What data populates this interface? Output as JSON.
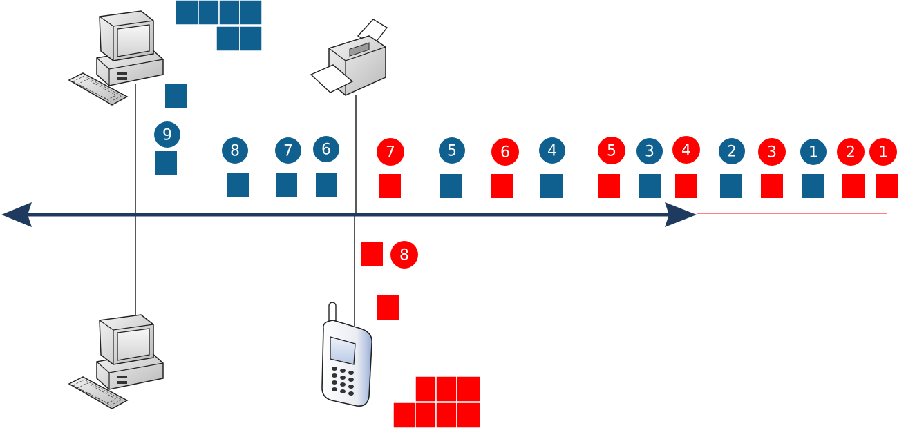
{
  "colors": {
    "blue": "#0f5f8f",
    "red": "#ff0000",
    "bus": "#1f3a5f",
    "line": "#000000",
    "bus_tail": "#ff0000"
  },
  "devices": [
    {
      "name": "computer-top",
      "icon": "desktop-computer-icon"
    },
    {
      "name": "computer-bottom",
      "icon": "desktop-computer-icon"
    },
    {
      "name": "printer",
      "icon": "printer-icon"
    },
    {
      "name": "mobile-phone",
      "icon": "mobile-phone-icon"
    }
  ],
  "packets": {
    "blue_labels": [
      "9",
      "8",
      "7",
      "6",
      "5",
      "4",
      "3",
      "2",
      "1"
    ],
    "red_labels": [
      "8",
      "7",
      "6",
      "5",
      "4",
      "3",
      "2",
      "1"
    ]
  }
}
